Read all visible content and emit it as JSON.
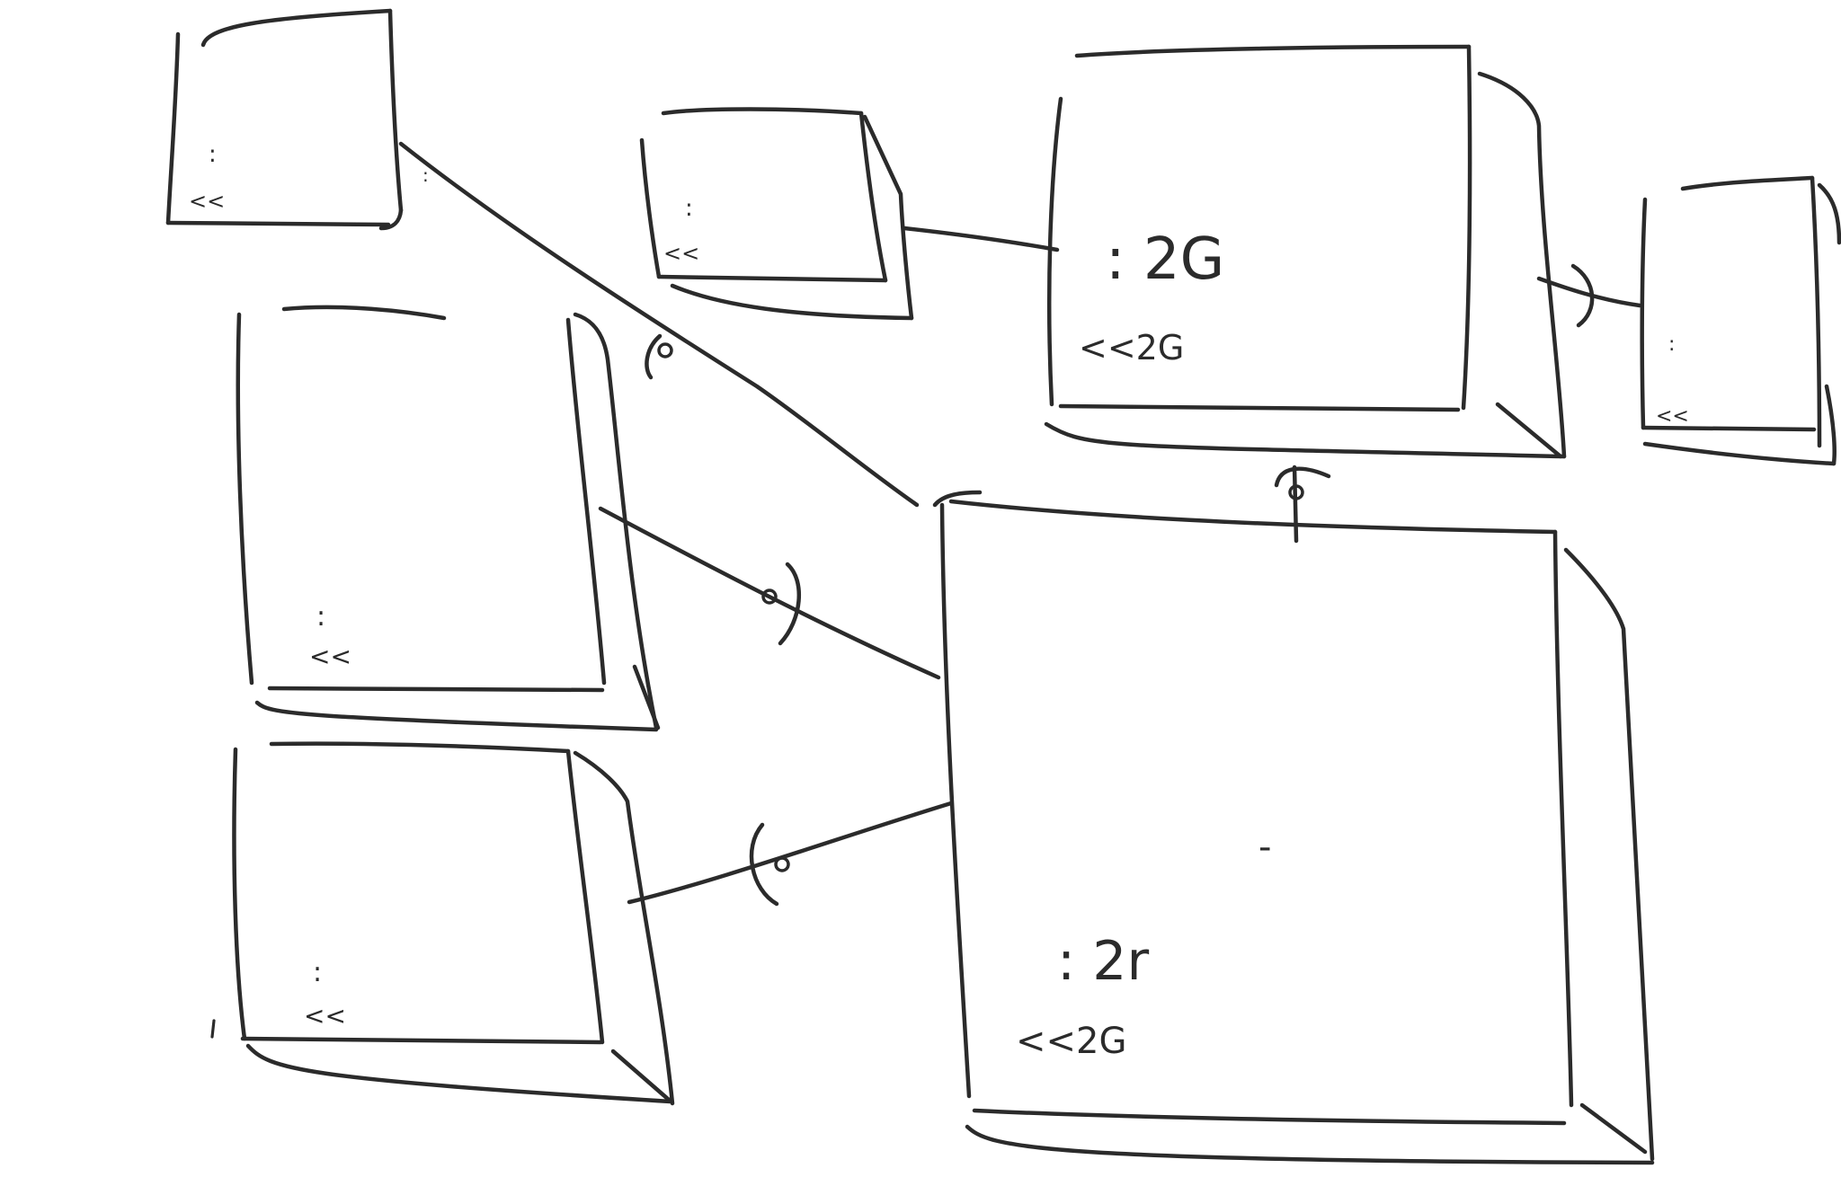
{
  "diagram": {
    "type": "uml-deployment-sketch",
    "ink_color": "#2b2b2b",
    "background": "#ffffff",
    "nodes": [
      {
        "id": "node-top-left",
        "name_label": ": ",
        "stereotype": "<<",
        "note": ""
      },
      {
        "id": "node-top-middle",
        "name_label": ": ",
        "stereotype": "<<",
        "note": ""
      },
      {
        "id": "node-top-right",
        "name_label": ": 2G",
        "stereotype": "<<2G",
        "note": ""
      },
      {
        "id": "node-far-right",
        "name_label": ": ",
        "stereotype": "<<",
        "note": ""
      },
      {
        "id": "node-left-middle",
        "name_label": ": ",
        "stereotype": "<<",
        "note": ""
      },
      {
        "id": "node-left-bottom",
        "name_label": ": ",
        "stereotype": "<<",
        "note": ""
      },
      {
        "id": "node-main",
        "name_label": ": 2r",
        "stereotype": "<<2G",
        "note": "- "
      }
    ],
    "connector_labels": [
      {
        "id": "connector-label-main",
        "text": ""
      }
    ],
    "small_labels": [
      {
        "id": "label-top-left-edge",
        "text": ":"
      },
      {
        "id": "label-top-right-edge",
        "text": ""
      }
    ]
  }
}
